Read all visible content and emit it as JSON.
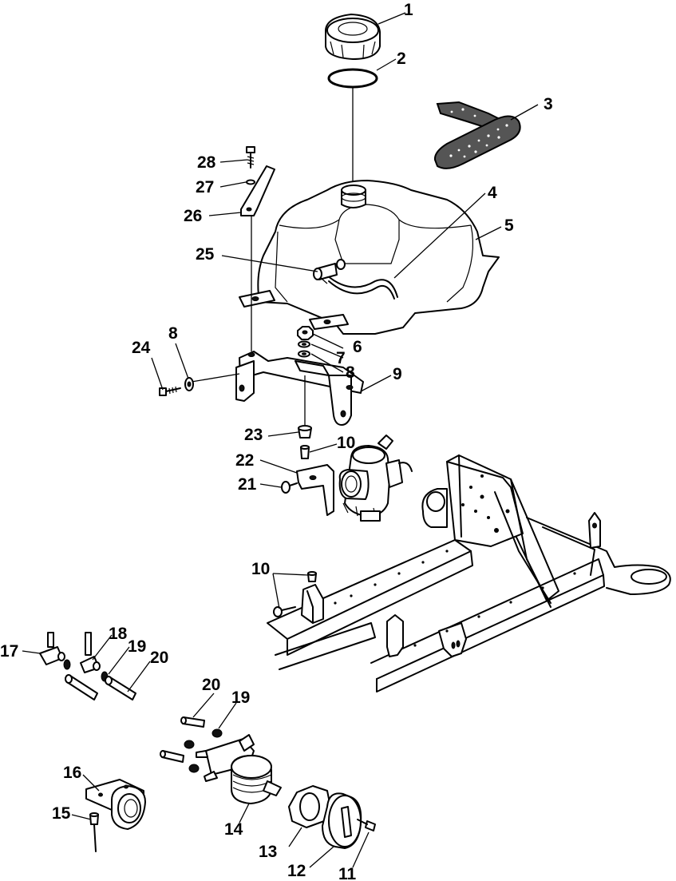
{
  "diagram": {
    "callouts": {
      "c1": "1",
      "c2": "2",
      "c3": "3",
      "c4": "4",
      "c5": "5",
      "c6": "6",
      "c7": "7",
      "c8a": "8",
      "c8b": "8",
      "c9": "9",
      "c10a": "10",
      "c10b": "10",
      "c11": "11",
      "c12": "12",
      "c13": "13",
      "c14": "14",
      "c15": "15",
      "c16": "16",
      "c17": "17",
      "c18": "18",
      "c19a": "19",
      "c19b": "19",
      "c20a": "20",
      "c20b": "20",
      "c21": "21",
      "c22": "22",
      "c23": "23",
      "c24": "24",
      "c25": "25",
      "c26": "26",
      "c27": "27",
      "c28": "28"
    }
  }
}
